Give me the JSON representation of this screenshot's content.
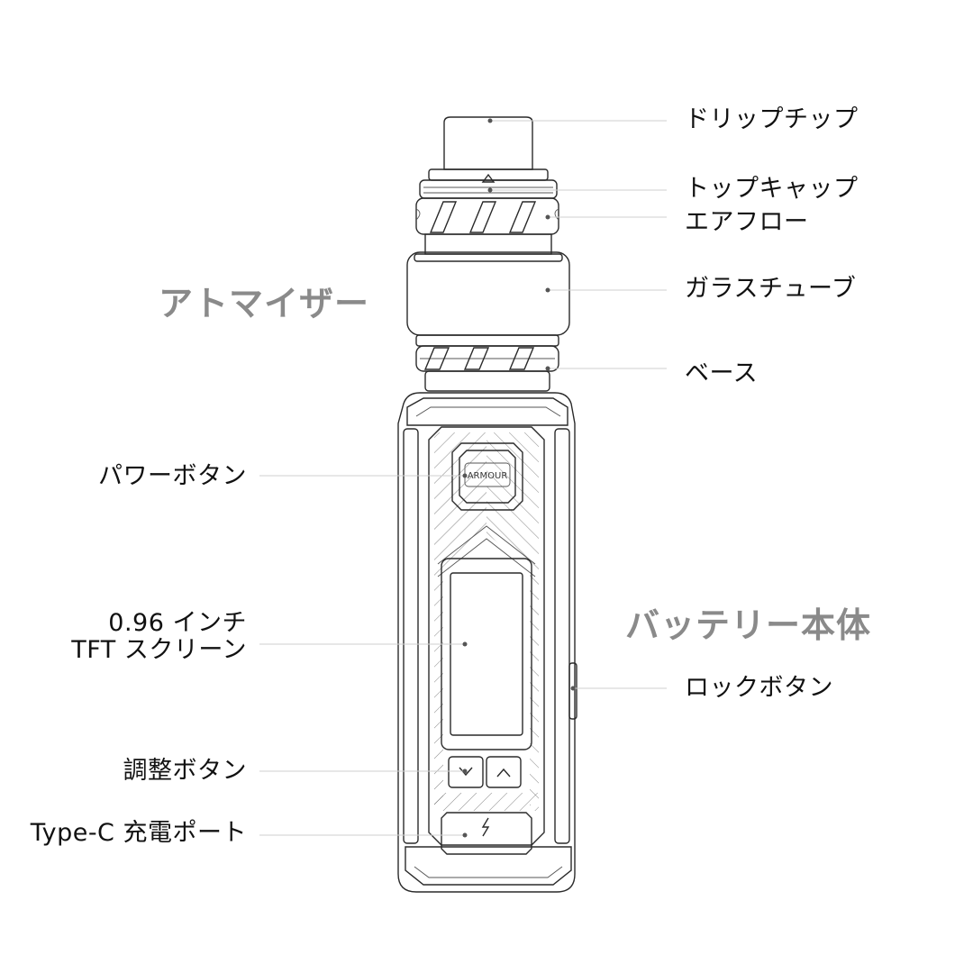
{
  "sections": {
    "atomizer": "アトマイザー",
    "battery": "バッテリー本体"
  },
  "labels_right": {
    "drip_tip": "ドリップチップ",
    "top_cap": "トップキャップ",
    "airflow": "エアフロー",
    "glass_tube": "ガラスチューブ",
    "base": "ベース",
    "lock_button": "ロックボタン"
  },
  "labels_left": {
    "power_button": "パワーボタン",
    "screen_line1": "0.96 インチ",
    "screen_line2": "TFT スクリーン",
    "adjust_buttons": "調整ボタン",
    "type_c_port": "Type-C 充電ポート"
  },
  "device": {
    "logo_text": "ARMOUR",
    "icons": [
      "triangle-marker-icon",
      "chevron-down-icon",
      "chevron-up-icon",
      "lightning-bolt-icon"
    ]
  },
  "colors": {
    "line": "#2a2a2a",
    "section_text": "#8a8a8a",
    "leader": "#cfcfcf"
  }
}
